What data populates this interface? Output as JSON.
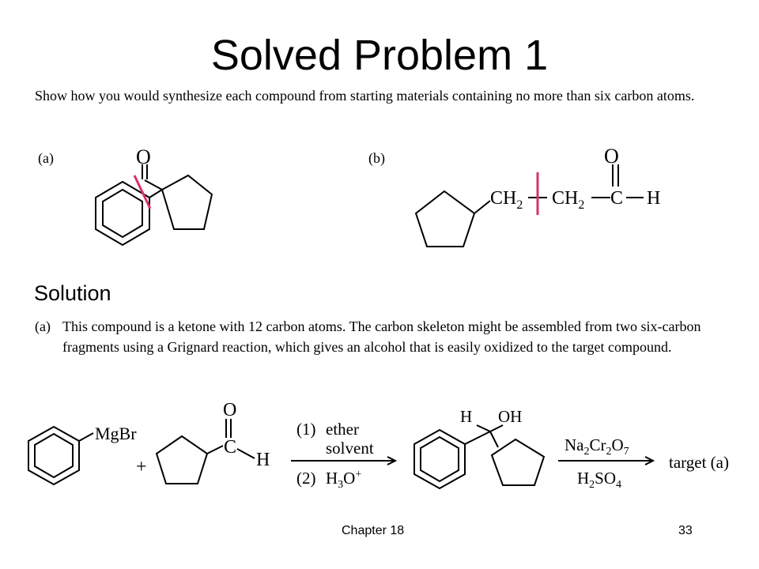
{
  "slide": {
    "title": "Solved Problem 1",
    "problem_text": "Show how you would synthesize each compound from starting materials containing no more than six carbon atoms.",
    "part_a_label": "(a)",
    "part_b_label": "(b)",
    "solution_heading": "Solution",
    "solution_a_label": "(a)",
    "solution_a_text": "This compound is a ketone with 12 carbon atoms. The carbon skeleton might be assembled from two six-carbon fragments using a Grignard reaction, which gives an alcohol that is easily oxidized to the target compound.",
    "footer_chapter": "Chapter 18",
    "footer_page": "33"
  },
  "structure_a": {
    "oxygen": "O",
    "accent_color": "#d6336c"
  },
  "structure_b": {
    "ch2_1": "CH",
    "sub_1": "2",
    "ch2_2": "CH",
    "sub_2": "2",
    "carbon": "C",
    "hydrogen": "H",
    "oxygen": "O",
    "accent_color": "#d6336c"
  },
  "reaction": {
    "mgbr": "MgBr",
    "plus": "+",
    "aldehyde_o": "O",
    "aldehyde_c": "C",
    "aldehyde_h": "H",
    "step1_num": "(1)",
    "step1_a": "ether",
    "step1_b": "solvent",
    "step2_num": "(2)",
    "step2_h": "H",
    "step2_sub": "3",
    "step2_o": "O",
    "step2_sup": "+",
    "product_h": "H",
    "product_oh": "OH",
    "ox_na": "Na",
    "ox_na_sub": "2",
    "ox_cr": "Cr",
    "ox_cr_sub": "2",
    "ox_o": "O",
    "ox_o_sub": "7",
    "ox_h": "H",
    "ox_h_sub": "2",
    "ox_so": "SO",
    "ox_so_sub": "4",
    "target": "target (a)"
  }
}
